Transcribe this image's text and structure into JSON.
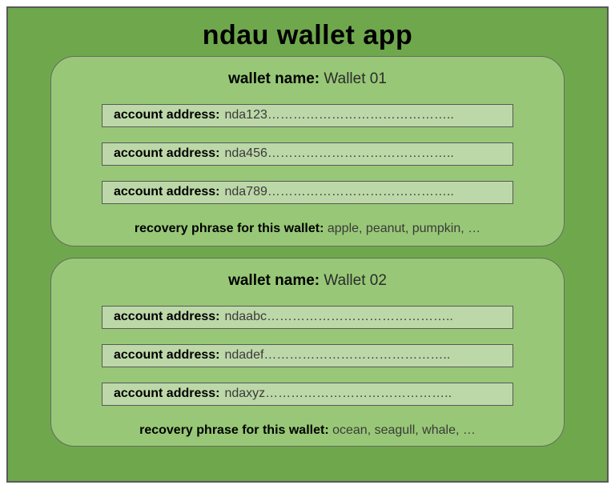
{
  "app": {
    "title": "ndau wallet app"
  },
  "colors": {
    "frame_fill": "#6FA84C",
    "frame_border": "#595959",
    "card_fill": "#98C877",
    "card_border": "#666B60",
    "row_fill": "#BDD8A8",
    "row_border": "#595959",
    "label_text": "#000000",
    "value_text": "#3A3A3A"
  },
  "wallets": [
    {
      "name_label": "wallet name:",
      "name_value": "Wallet 01",
      "accounts": [
        {
          "label": "account address:",
          "value": "nda123…………………………………….."
        },
        {
          "label": "account address:",
          "value": "nda456…………………………………….."
        },
        {
          "label": "account address:",
          "value": "nda789…………………………………….."
        }
      ],
      "recovery_label": "recovery phrase for this wallet:",
      "recovery_value": "apple, peanut, pumpkin, …"
    },
    {
      "name_label": "wallet name:",
      "name_value": "Wallet 02",
      "accounts": [
        {
          "label": "account address:",
          "value": "ndaabc…………………………………….."
        },
        {
          "label": "account address:",
          "value": "ndadef…………………………………….."
        },
        {
          "label": "account address:",
          "value": "ndaxyz…………………………………….."
        }
      ],
      "recovery_label": "recovery phrase for this wallet:",
      "recovery_value": "ocean, seagull, whale, …"
    }
  ]
}
